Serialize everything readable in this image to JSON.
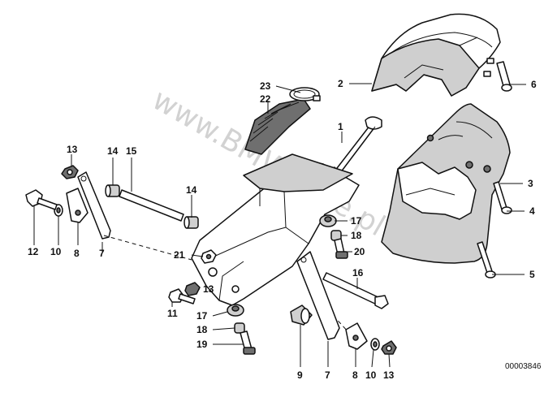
{
  "watermark": "www.BMWstore.pl",
  "reference_number": "00003846",
  "callouts": [
    "1",
    "2",
    "3",
    "4",
    "5",
    "6",
    "7",
    "8",
    "9",
    "10",
    "11",
    "12",
    "13",
    "14",
    "15",
    "16",
    "17",
    "18",
    "19",
    "20",
    "21",
    "22",
    "23"
  ],
  "colors": {
    "ink": "#111111",
    "paper": "#ffffff",
    "shade": "#cfcfcf",
    "watermark": "#c4c4c4"
  }
}
